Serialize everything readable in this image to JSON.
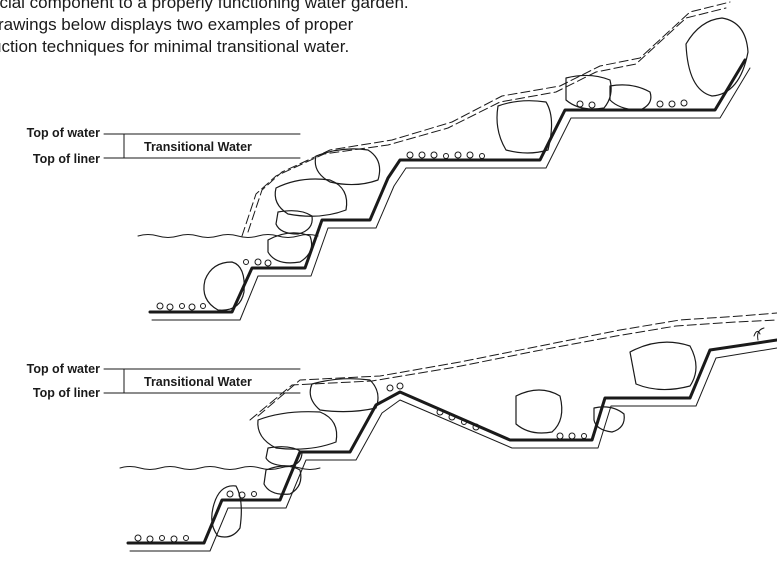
{
  "intro": {
    "line1": "ucial component to a properly functioning water garden.",
    "line2": "rawings below displays two examples of proper",
    "line3": "uction techniques for minimal transitional water."
  },
  "diagram_top": {
    "top_of_water": "Top of water",
    "top_of_liner": "Top of liner",
    "transitional_water": "Transitional Water"
  },
  "diagram_bottom": {
    "top_of_water": "Top of water",
    "top_of_liner": "Top of liner",
    "transitional_water": "Transitional Water"
  }
}
